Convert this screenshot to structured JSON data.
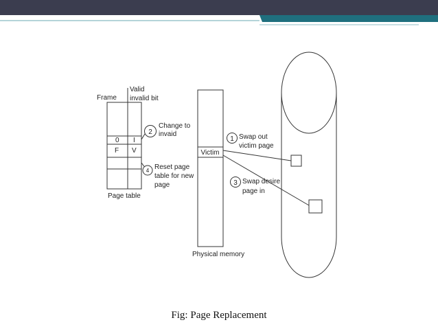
{
  "slide": {
    "accent_dark": "#3b3d4f",
    "accent_teal": "#1f6f7e",
    "line_color": "#6aa8b3"
  },
  "diagram": {
    "page_table": {
      "header_frame": "Frame",
      "header_valid": "Valid",
      "header_invalid_bit": "invalid bit",
      "rows": [
        {
          "frame": "",
          "bit": ""
        },
        {
          "frame": "0",
          "bit": "I"
        },
        {
          "frame": "F",
          "bit": "V"
        },
        {
          "frame": "",
          "bit": ""
        },
        {
          "frame": "",
          "bit": ""
        }
      ],
      "label": "Page table"
    },
    "physical_memory": {
      "victim_label": "Victim",
      "label": "Physical memory"
    },
    "steps": [
      {
        "number": "1",
        "line1": "Swap out",
        "line2": "victim page",
        "line3": ""
      },
      {
        "number": "2",
        "line1": "Change to",
        "line2": "invaid",
        "line3": ""
      },
      {
        "number": "3",
        "line1": "Swap desire",
        "line2": "page in",
        "line3": ""
      },
      {
        "number": "4",
        "line1": "Reset page",
        "line2": "table for new",
        "line3": "page"
      }
    ]
  },
  "caption": "Fig: Page Replacement"
}
